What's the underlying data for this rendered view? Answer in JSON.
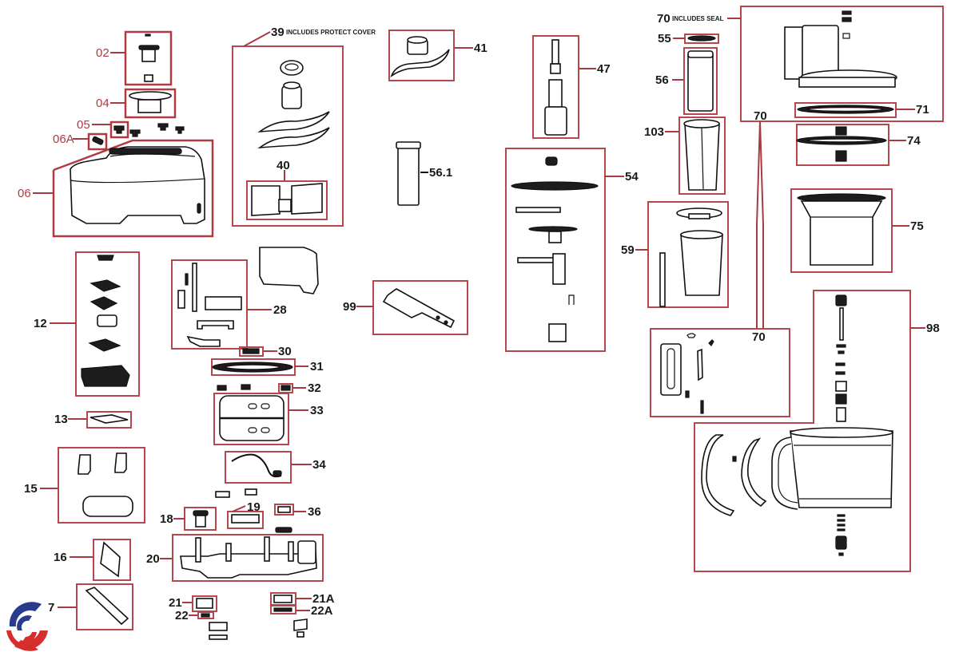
{
  "diagram": {
    "title": "Food processor exploded parts diagram",
    "colors": {
      "box_outline": "#b5474d",
      "red_label": "#b03a40",
      "black_label": "#1a1a1a",
      "logo_blue": "#2a3a8c",
      "logo_red": "#d62d2d"
    },
    "callouts": {
      "c02": "02",
      "c04": "04",
      "c05": "05",
      "c06A": "06A",
      "c06": "06",
      "c39": "39",
      "c39_note": "INCLUDES PROTECT COVER",
      "c40": "40",
      "c41": "41",
      "c56_1": "56.1",
      "c47": "47",
      "c54": "54",
      "c70_top": "70",
      "c70_note": "INCLUDES SEAL",
      "c55": "55",
      "c56": "56",
      "c103": "103",
      "c59": "59",
      "c70_mid": "70",
      "c70_low": "70",
      "c71": "71",
      "c74": "74",
      "c75": "75",
      "c98": "98",
      "c12": "12",
      "c13": "13",
      "c15": "15",
      "c16": "16",
      "c7": "7",
      "c28": "28",
      "c30": "30",
      "c31": "31",
      "c32": "32",
      "c33": "33",
      "c34": "34",
      "c18": "18",
      "c19": "19",
      "c36": "36",
      "c20": "20",
      "c21": "21",
      "c22": "22",
      "c21A": "21A",
      "c22A": "22A",
      "c99": "99"
    },
    "logo": "brand-logo"
  }
}
